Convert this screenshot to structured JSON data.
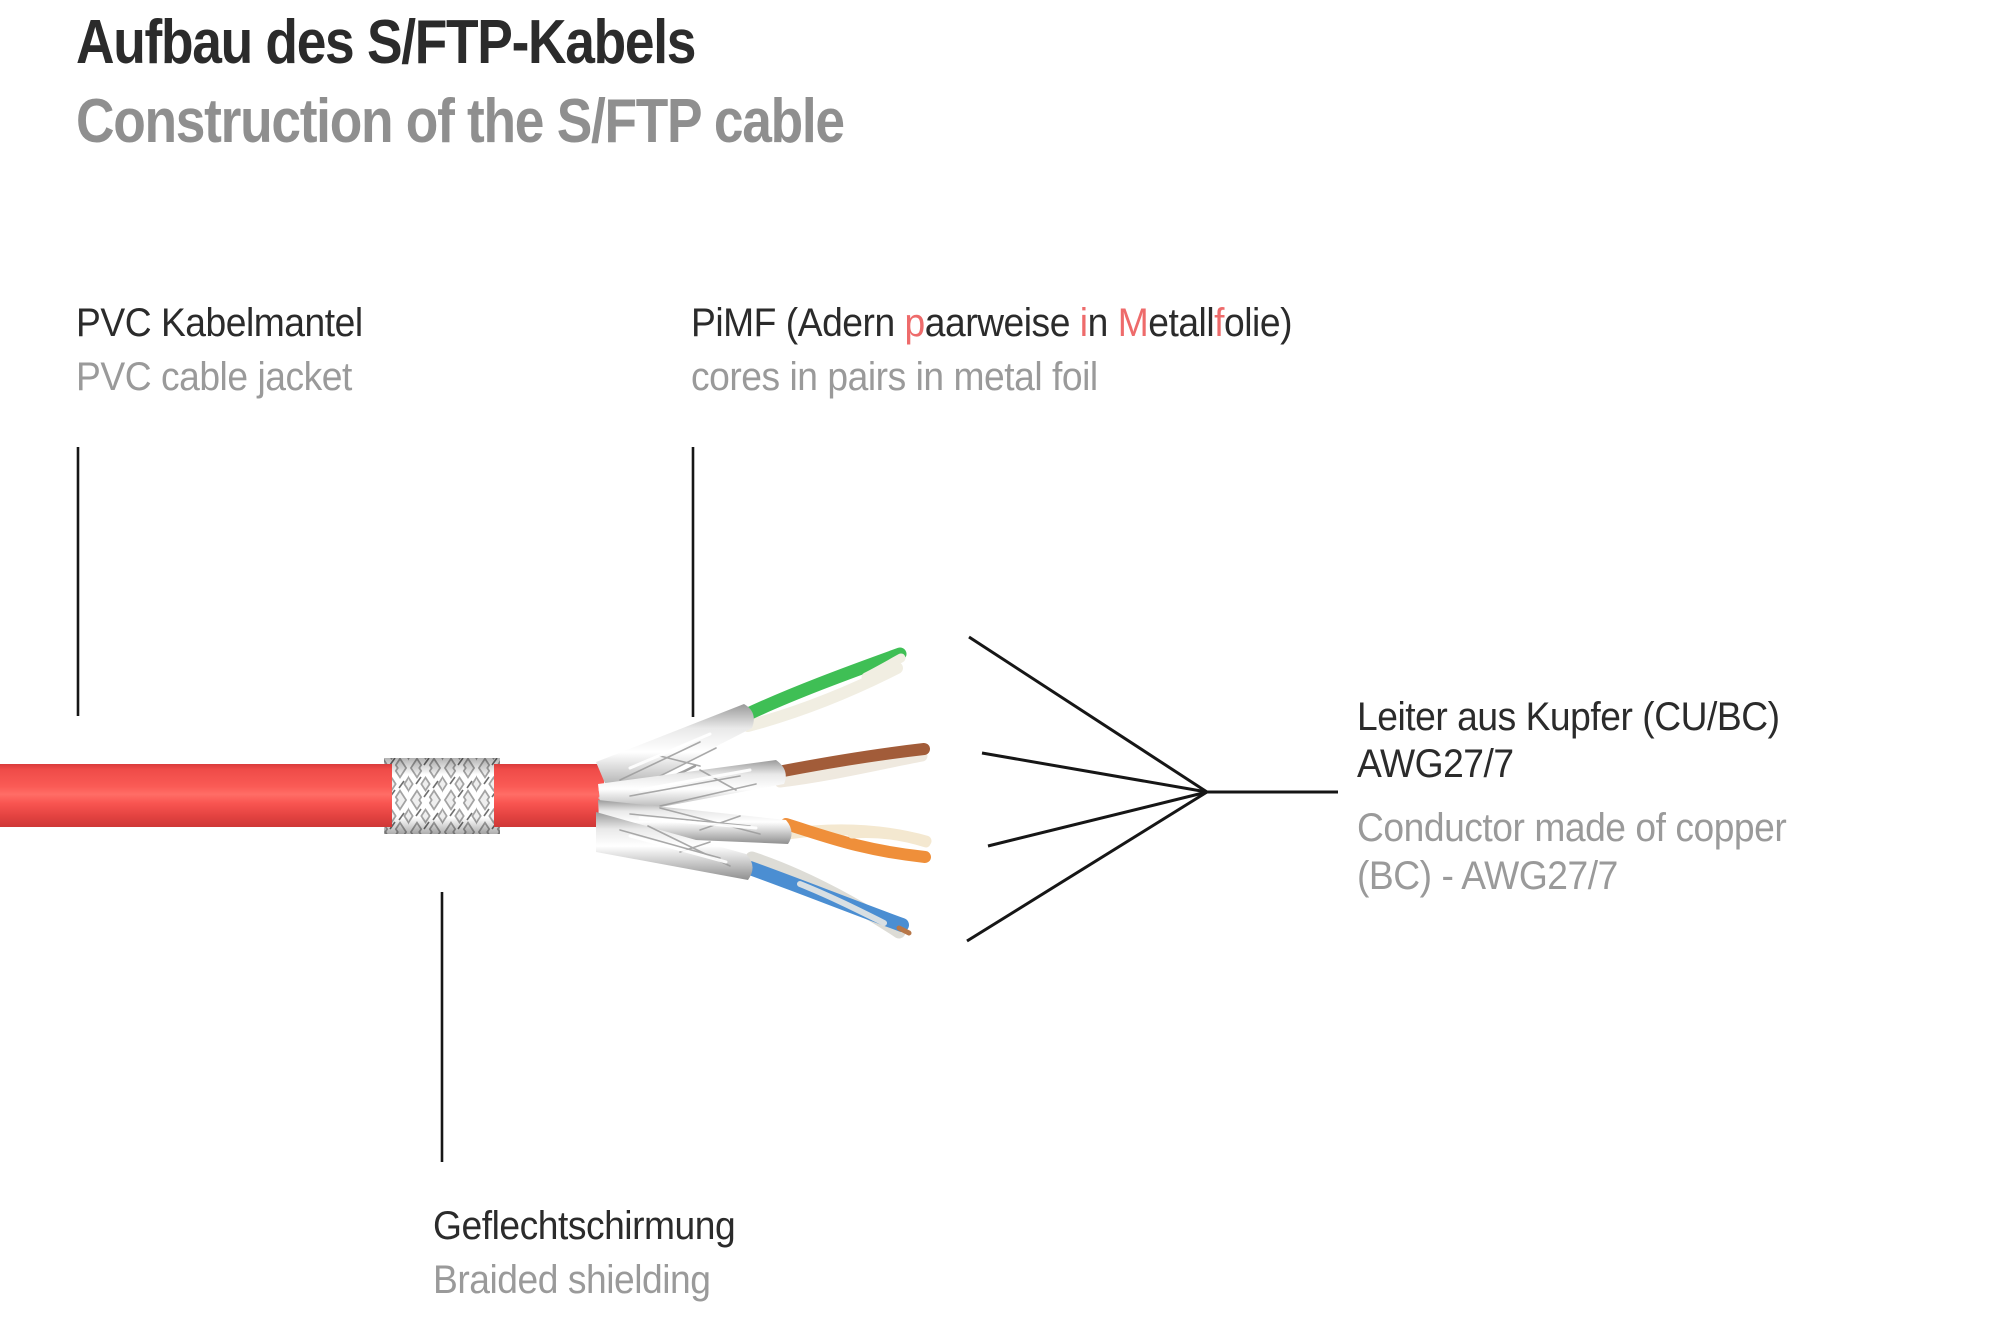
{
  "page": {
    "title_de": "Aufbau des S/FTP-Kabels",
    "title_en": "Construction of the S/FTP cable"
  },
  "labels": {
    "jacket": {
      "de": "PVC Kabelmantel",
      "en": "PVC cable jacket"
    },
    "pimf": {
      "de_segments": [
        {
          "text": "PiMF (Adern ",
          "color": "dark"
        },
        {
          "text": "p",
          "color": "red"
        },
        {
          "text": "aarweise ",
          "color": "dark"
        },
        {
          "text": "i",
          "color": "red"
        },
        {
          "text": "n ",
          "color": "dark"
        },
        {
          "text": "M",
          "color": "red"
        },
        {
          "text": "etall",
          "color": "dark"
        },
        {
          "text": "f",
          "color": "red"
        },
        {
          "text": "olie)",
          "color": "dark"
        }
      ],
      "en": "cores in pairs in metal foil"
    },
    "conductor": {
      "de": [
        "Leiter aus Kupfer (CU/BC)",
        "AWG27/7"
      ],
      "en": [
        "Conductor made of copper",
        "(BC) - AWG27/7"
      ]
    },
    "braid": {
      "de": "Geflechtschirmung",
      "en": "Braided shielding"
    }
  },
  "colors": {
    "text-dark": "#2b2b2b",
    "text-gray": "#9a9a9a",
    "subtitle-gray": "#8f8f8f",
    "accent-red": "#ee6b6b",
    "jacket-red": "#f94d4d",
    "braid-silver": "#efefef",
    "foil-silver": "#d9d9d9",
    "wire-green": "#3fbf55",
    "wire-brown": "#a25c39",
    "wire-orange": "#ef8f3a",
    "wire-blue": "#4b8ed2",
    "wire-white": "#f1eee2",
    "copper": "#b87748",
    "line-black": "#161616"
  },
  "diagram": {
    "cable_parts": [
      "PVC jacket",
      "braided shielding",
      "foil-wrapped pairs",
      "copper conductors"
    ],
    "wire_pairs": [
      {
        "name": "green-white pair",
        "color": "#3fbf55"
      },
      {
        "name": "brown-white pair",
        "color": "#a25c39"
      },
      {
        "name": "orange-white pair",
        "color": "#ef8f3a"
      },
      {
        "name": "blue-white pair",
        "color": "#4b8ed2"
      }
    ]
  }
}
